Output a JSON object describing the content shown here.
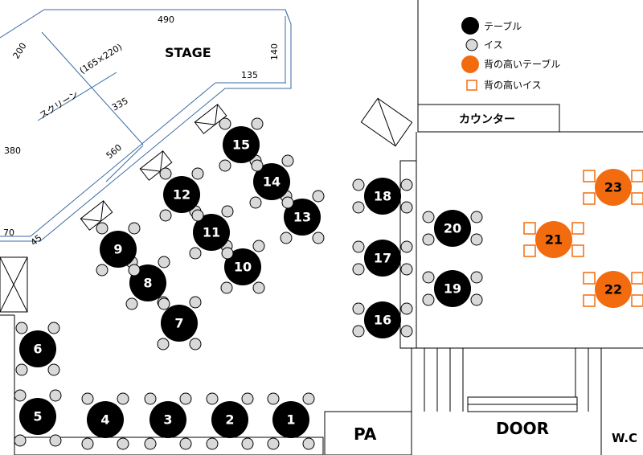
{
  "stage": {
    "label": "STAGE",
    "dims": {
      "top": "490",
      "left_top": "200",
      "right": "140",
      "inner": "135",
      "left": "380",
      "diag": "560",
      "bottom_left": "70",
      "corner": "45",
      "screen_w": "335"
    },
    "screen_label": "スクリーン",
    "screen_size": "(165×220)"
  },
  "rooms": {
    "counter": "カウンター",
    "pa": "PA",
    "door": "DOOR",
    "wc": "W.C"
  },
  "legend": {
    "table": "テーブル",
    "chair": "イス",
    "high_table": "背の高いテーブル",
    "high_chair": "背の高いイス"
  },
  "colors": {
    "table": "#000000",
    "high": "#f26b0f",
    "chair": "#d9d9d9"
  },
  "tables": [
    {
      "number": "1",
      "type": "standard"
    },
    {
      "number": "2",
      "type": "standard"
    },
    {
      "number": "3",
      "type": "standard"
    },
    {
      "number": "4",
      "type": "standard"
    },
    {
      "number": "5",
      "type": "standard"
    },
    {
      "number": "6",
      "type": "standard"
    },
    {
      "number": "7",
      "type": "standard"
    },
    {
      "number": "8",
      "type": "standard"
    },
    {
      "number": "9",
      "type": "standard"
    },
    {
      "number": "10",
      "type": "standard"
    },
    {
      "number": "11",
      "type": "standard"
    },
    {
      "number": "12",
      "type": "standard"
    },
    {
      "number": "13",
      "type": "standard"
    },
    {
      "number": "14",
      "type": "standard"
    },
    {
      "number": "15",
      "type": "standard"
    },
    {
      "number": "16",
      "type": "standard"
    },
    {
      "number": "17",
      "type": "standard"
    },
    {
      "number": "18",
      "type": "standard"
    },
    {
      "number": "19",
      "type": "standard"
    },
    {
      "number": "20",
      "type": "standard"
    },
    {
      "number": "21",
      "type": "high"
    },
    {
      "number": "22",
      "type": "high"
    },
    {
      "number": "23",
      "type": "high"
    }
  ]
}
